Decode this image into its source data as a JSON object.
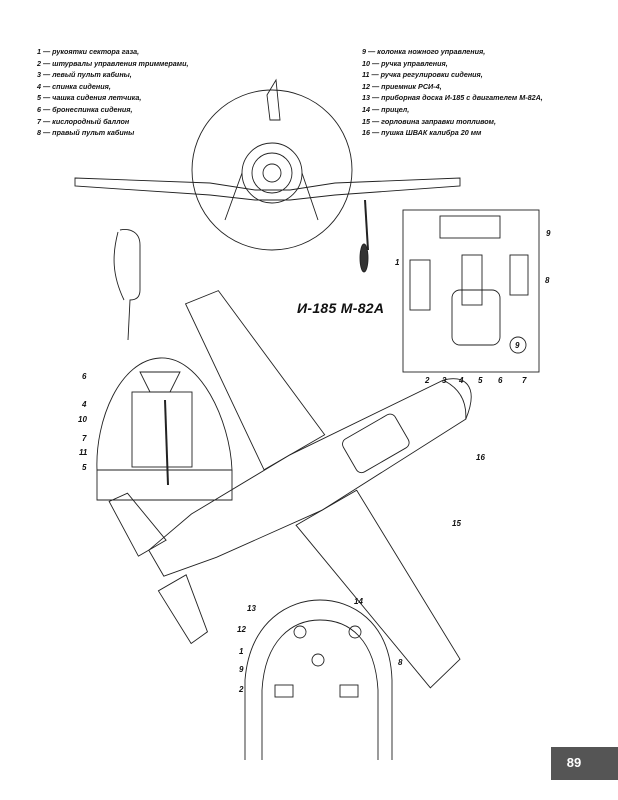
{
  "title": "И-185 М-82А",
  "page_number": "89",
  "legend_left": [
    "1 — рукоятки сектора газа,",
    "2 — штурвалы управления триммерами,",
    "3 — левый пульт кабины,",
    "4 — спинка сидения,",
    "5 — чашка сидения летчика,",
    "6 — бронеспинка сидения,",
    "7 — кислородный баллон",
    "8 — правый пульт кабины"
  ],
  "legend_right": [
    "9 — колонка ножного управления,",
    "10 — ручка управления,",
    "11 — ручка регулировки сидения,",
    "12 — приемник РСИ-4,",
    "13 — приборная доска И-185 с двигателем М-82А,",
    "14 — прицел,",
    "15 — горловина заправки топливом,",
    "16 — пушка ШВАК калибра 20 мм"
  ],
  "callouts": {
    "c_top_1": "1",
    "c_top_2": "2",
    "c_top_3": "3",
    "c_top_4": "4",
    "c_top_5": "5",
    "c_top_6": "6",
    "c_top_7": "7",
    "c_top_8": "8",
    "c_top_9": "9",
    "c_top_9b": "9",
    "c_seat_6": "6",
    "c_seat_4": "4",
    "c_seat_10": "10",
    "c_seat_7": "7",
    "c_seat_11": "11",
    "c_seat_5": "5",
    "c_plane_16": "16",
    "c_plane_15": "15",
    "c_panel_13": "13",
    "c_panel_14": "14",
    "c_panel_12": "12",
    "c_panel_1": "1",
    "c_panel_9": "9",
    "c_panel_8": "8",
    "c_panel_2": "2"
  }
}
